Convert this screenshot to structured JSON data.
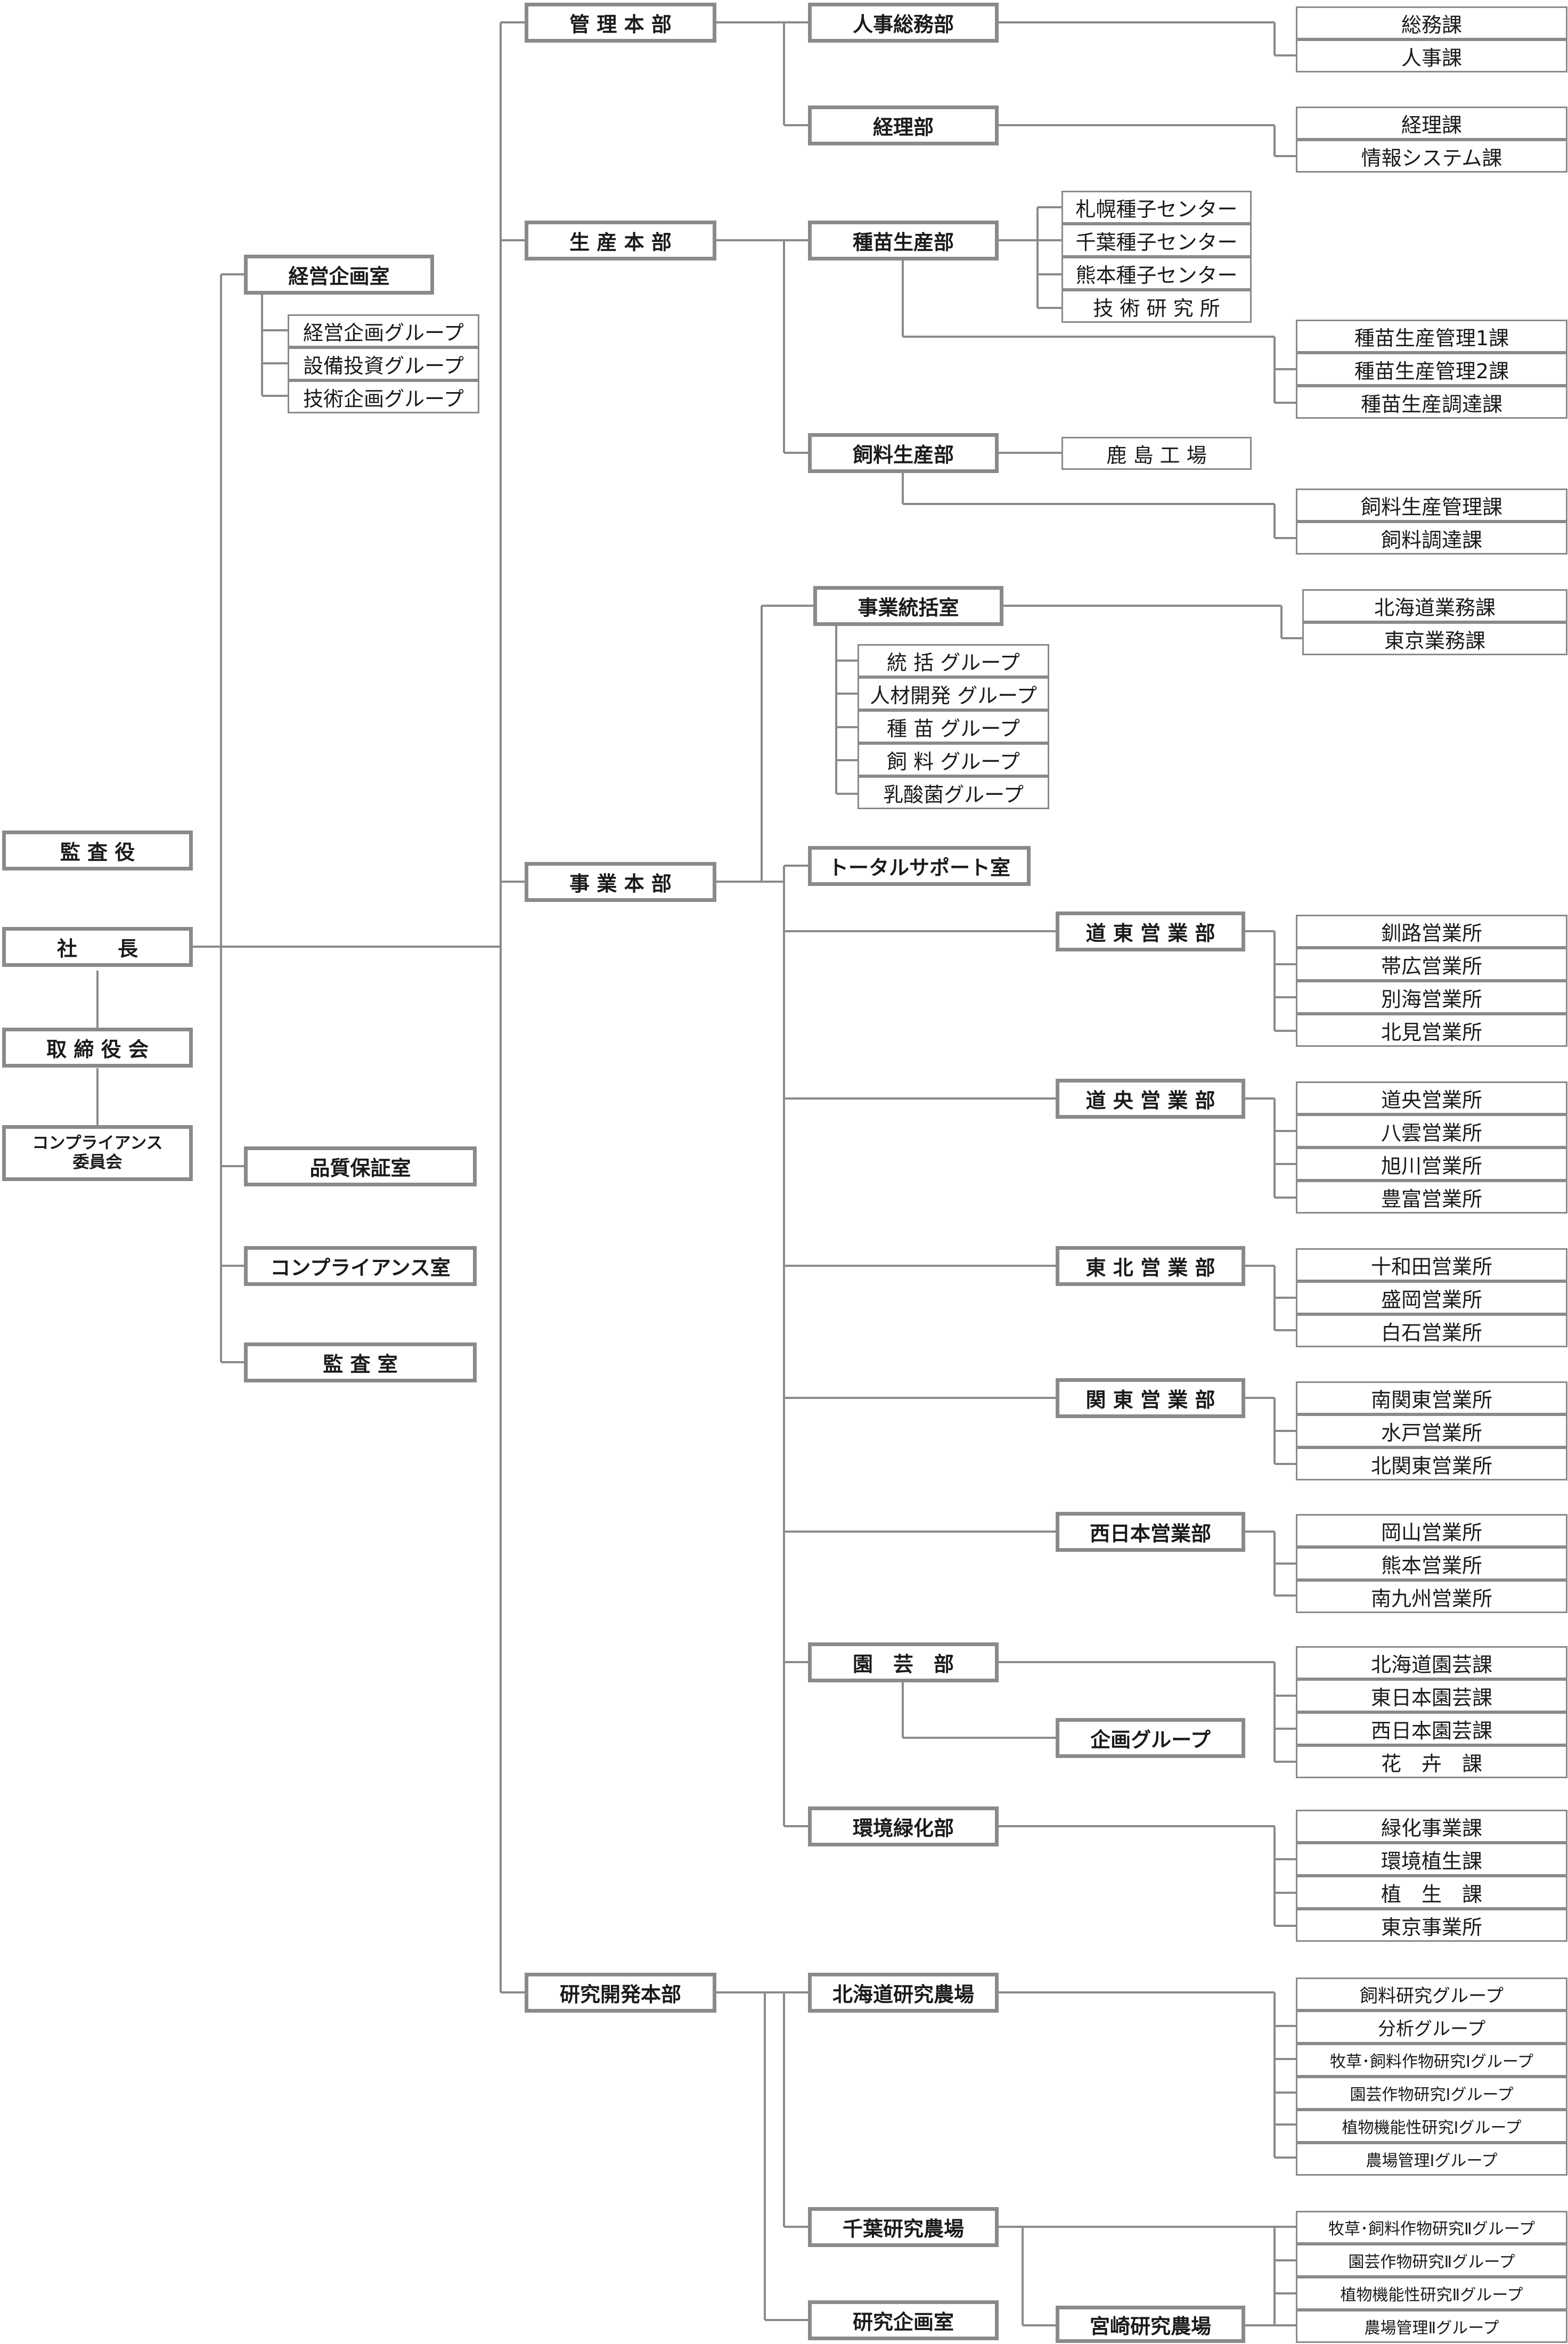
{
  "top": {
    "auditor": "監 査 役",
    "president": "社　　長",
    "board": "取 締 役 会",
    "compliance_committee": [
      "コンプライアンス",
      "委員会"
    ]
  },
  "staff": {
    "planning_office": "経営企画室",
    "planning_groups": [
      "経営企画グループ",
      "設備投資グループ",
      "技術企画グループ"
    ],
    "quality_office": "品質保証室",
    "compliance_office": "コンプライアンス室",
    "audit_office": "監 査 室"
  },
  "admin": {
    "hq": "管 理 本 部",
    "hr_general": "人事総務部",
    "hr_general_sections": [
      "総務課",
      "人事課"
    ],
    "accounting": "経理部",
    "accounting_sections": [
      "経理課",
      "情報システム課"
    ]
  },
  "production": {
    "hq": "生 産 本 部",
    "seed_dept": "種苗生産部",
    "seed_centers": [
      "札幌種子センター",
      "千葉種子センター",
      "熊本種子センター",
      "技 術 研 究 所"
    ],
    "seed_sections": [
      "種苗生産管理1課",
      "種苗生産管理2課",
      "種苗生産調達課"
    ],
    "feed_dept": "飼料生産部",
    "feed_plant": "鹿 島 工 場",
    "feed_sections": [
      "飼料生産管理課",
      "飼料調達課"
    ]
  },
  "business": {
    "hq": "事 業 本 部",
    "integration_office": "事業統括室",
    "integration_groups": [
      "統 括 グループ",
      "人材開発 グループ",
      "種 苗 グループ",
      "飼 料 グループ",
      "乳酸菌グループ"
    ],
    "integration_sections": [
      "北海道業務課",
      "東京業務課"
    ],
    "support_office": "トータルサポート室",
    "doto": "道 東 営 業 部",
    "doto_offices": [
      "釧路営業所",
      "帯広営業所",
      "別海営業所",
      "北見営業所"
    ],
    "dooo": "道 央 営 業 部",
    "dooo_offices": [
      "道央営業所",
      "八雲営業所",
      "旭川営業所",
      "豊富営業所"
    ],
    "tohoku": "東 北 営 業 部",
    "tohoku_offices": [
      "十和田営業所",
      "盛岡営業所",
      "白石営業所"
    ],
    "kanto": "関 東 営 業 部",
    "kanto_offices": [
      "南関東営業所",
      "水戸営業所",
      "北関東営業所"
    ],
    "west": "西日本営業部",
    "west_offices": [
      "岡山営業所",
      "熊本営業所",
      "南九州営業所"
    ],
    "horticulture": "園　芸　部",
    "hort_planning": "企画グループ",
    "hort_sections": [
      "北海道園芸課",
      "東日本園芸課",
      "西日本園芸課",
      "花　卉　課"
    ],
    "environment": "環境緑化部",
    "env_sections": [
      "緑化事業課",
      "環境植生課",
      "植　生　課",
      "東京事業所"
    ]
  },
  "research": {
    "hq": "研究開発本部",
    "hokkaido_farm": "北海道研究農場",
    "hokkaido_groups": [
      "飼料研究グループ",
      "分析グループ",
      "牧草･飼料作物研究Ⅰグループ",
      "園芸作物研究Ⅰグループ",
      "植物機能性研究Ⅰグループ",
      "農場管理Ⅰグループ"
    ],
    "chiba_farm": "千葉研究農場",
    "chiba_groups": [
      "牧草･飼料作物研究Ⅱグループ",
      "園芸作物研究Ⅱグループ",
      "植物機能性研究Ⅱグループ",
      "農場管理Ⅱグループ"
    ],
    "planning_office": "研究企画室",
    "miyazaki_farm": "宮崎研究農場"
  }
}
